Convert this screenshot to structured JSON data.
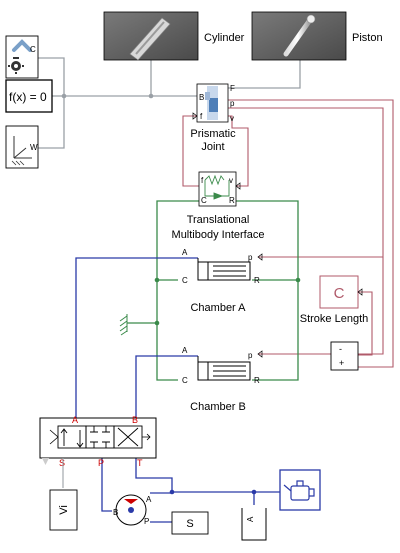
{
  "blocks": {
    "cylinder": {
      "label": "Cylinder"
    },
    "piston": {
      "label": "Piston"
    },
    "solver": {
      "port": "C"
    },
    "fx": {
      "text": "f(x) = 0"
    },
    "world": {
      "port": "W"
    },
    "prismatic": {
      "label_line1": "Prismatic",
      "label_line2": "Joint",
      "port_b": "B",
      "port_f": "F",
      "port_p": "p",
      "port_v": "v",
      "port_fin": "f"
    },
    "tmi": {
      "label_line1": "Translational",
      "label_line2": "Multibody Interface",
      "port_f": "f",
      "port_v": "v",
      "port_c": "C",
      "port_r": "R"
    },
    "chamber_a": {
      "label": "Chamber A",
      "port_a": "A",
      "port_c": "C",
      "port_r": "R",
      "port_p": "p"
    },
    "chamber_b": {
      "label": "Chamber B",
      "port_a": "A",
      "port_c": "C",
      "port_r": "R",
      "port_p": "p"
    },
    "stroke": {
      "label": "Stroke Length",
      "glyph": "C",
      "minus": "-",
      "plus": "+"
    },
    "valve": {
      "port_a": "A",
      "port_b": "B",
      "port_s": "S",
      "port_p": "P",
      "port_t": "T"
    },
    "vi_source": {
      "text": "Vi"
    },
    "pump": {
      "port_a": "A",
      "port_b": "B",
      "port_p": "P"
    },
    "speed": {
      "text": "S"
    },
    "tank": {
      "port_a": "A"
    }
  },
  "colors": {
    "hydraulic": "#2a3aa8",
    "mechanical": "#3a8a4a",
    "signal": "#b05a6a",
    "multibody": "#9aa0a6",
    "block_dark": "#5a5a5a",
    "port_red": "#cc0000"
  }
}
